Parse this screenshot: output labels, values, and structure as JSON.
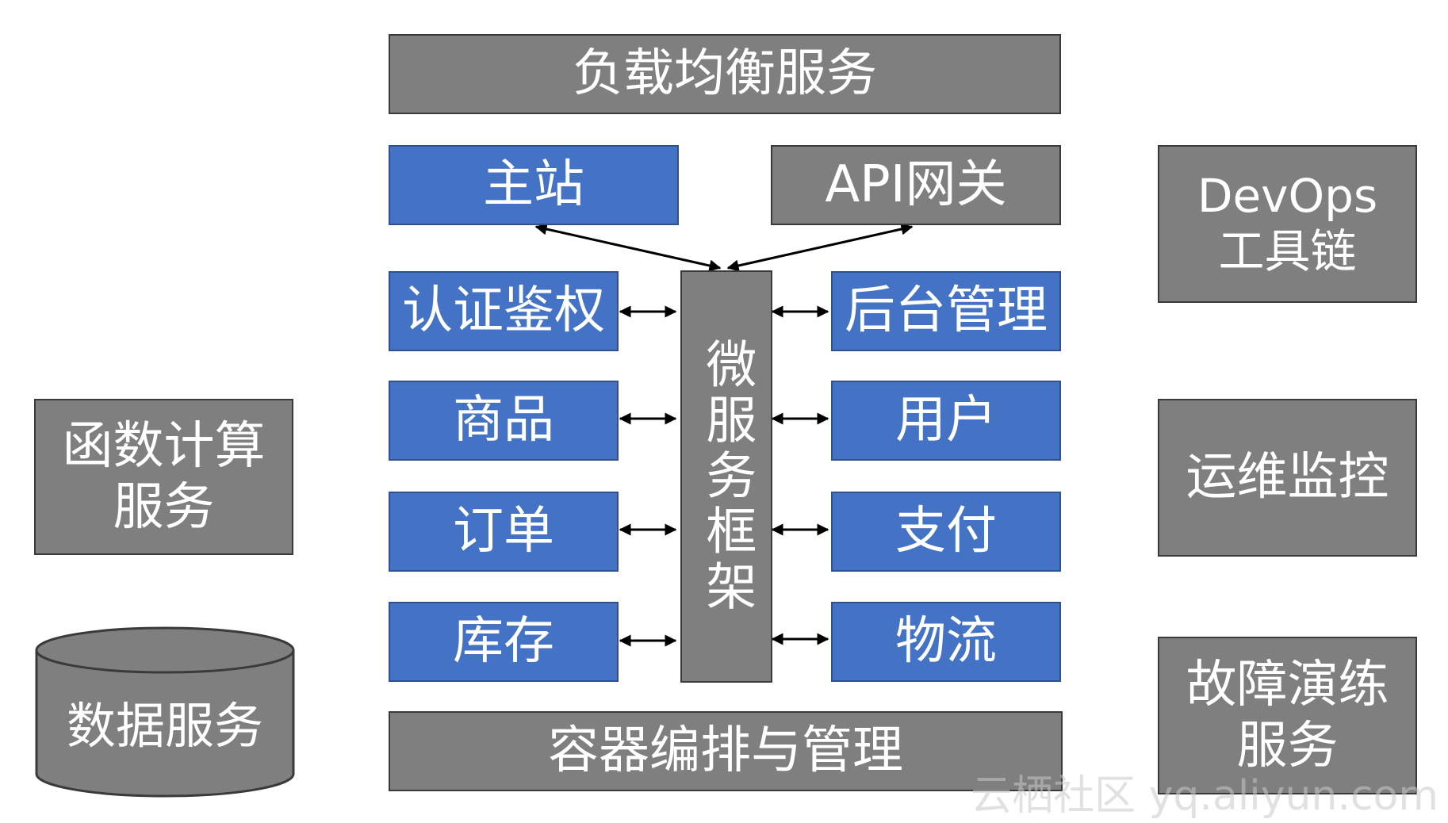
{
  "diagram": {
    "load_balancer": "负载均衡服务",
    "main_site": "主站",
    "api_gateway": "API网关",
    "devops": [
      "DevOps",
      "工具链"
    ],
    "microservice_framework": "微服务框架",
    "left_services": [
      "认证鉴权",
      "商品",
      "订单",
      "库存"
    ],
    "right_services": [
      "后台管理",
      "用户",
      "支付",
      "物流"
    ],
    "function_compute": [
      "函数计算",
      "服务"
    ],
    "monitoring": "运维监控",
    "fault_drill": [
      "故障演练",
      "服务"
    ],
    "data_service": "数据服务",
    "container_orchestration": "容器编排与管理"
  },
  "watermark": "云栖社区 yq.aliyun.com",
  "colors": {
    "gray": "#7f7f7f",
    "blue": "#4472c4",
    "border": "#3a3a3a"
  }
}
